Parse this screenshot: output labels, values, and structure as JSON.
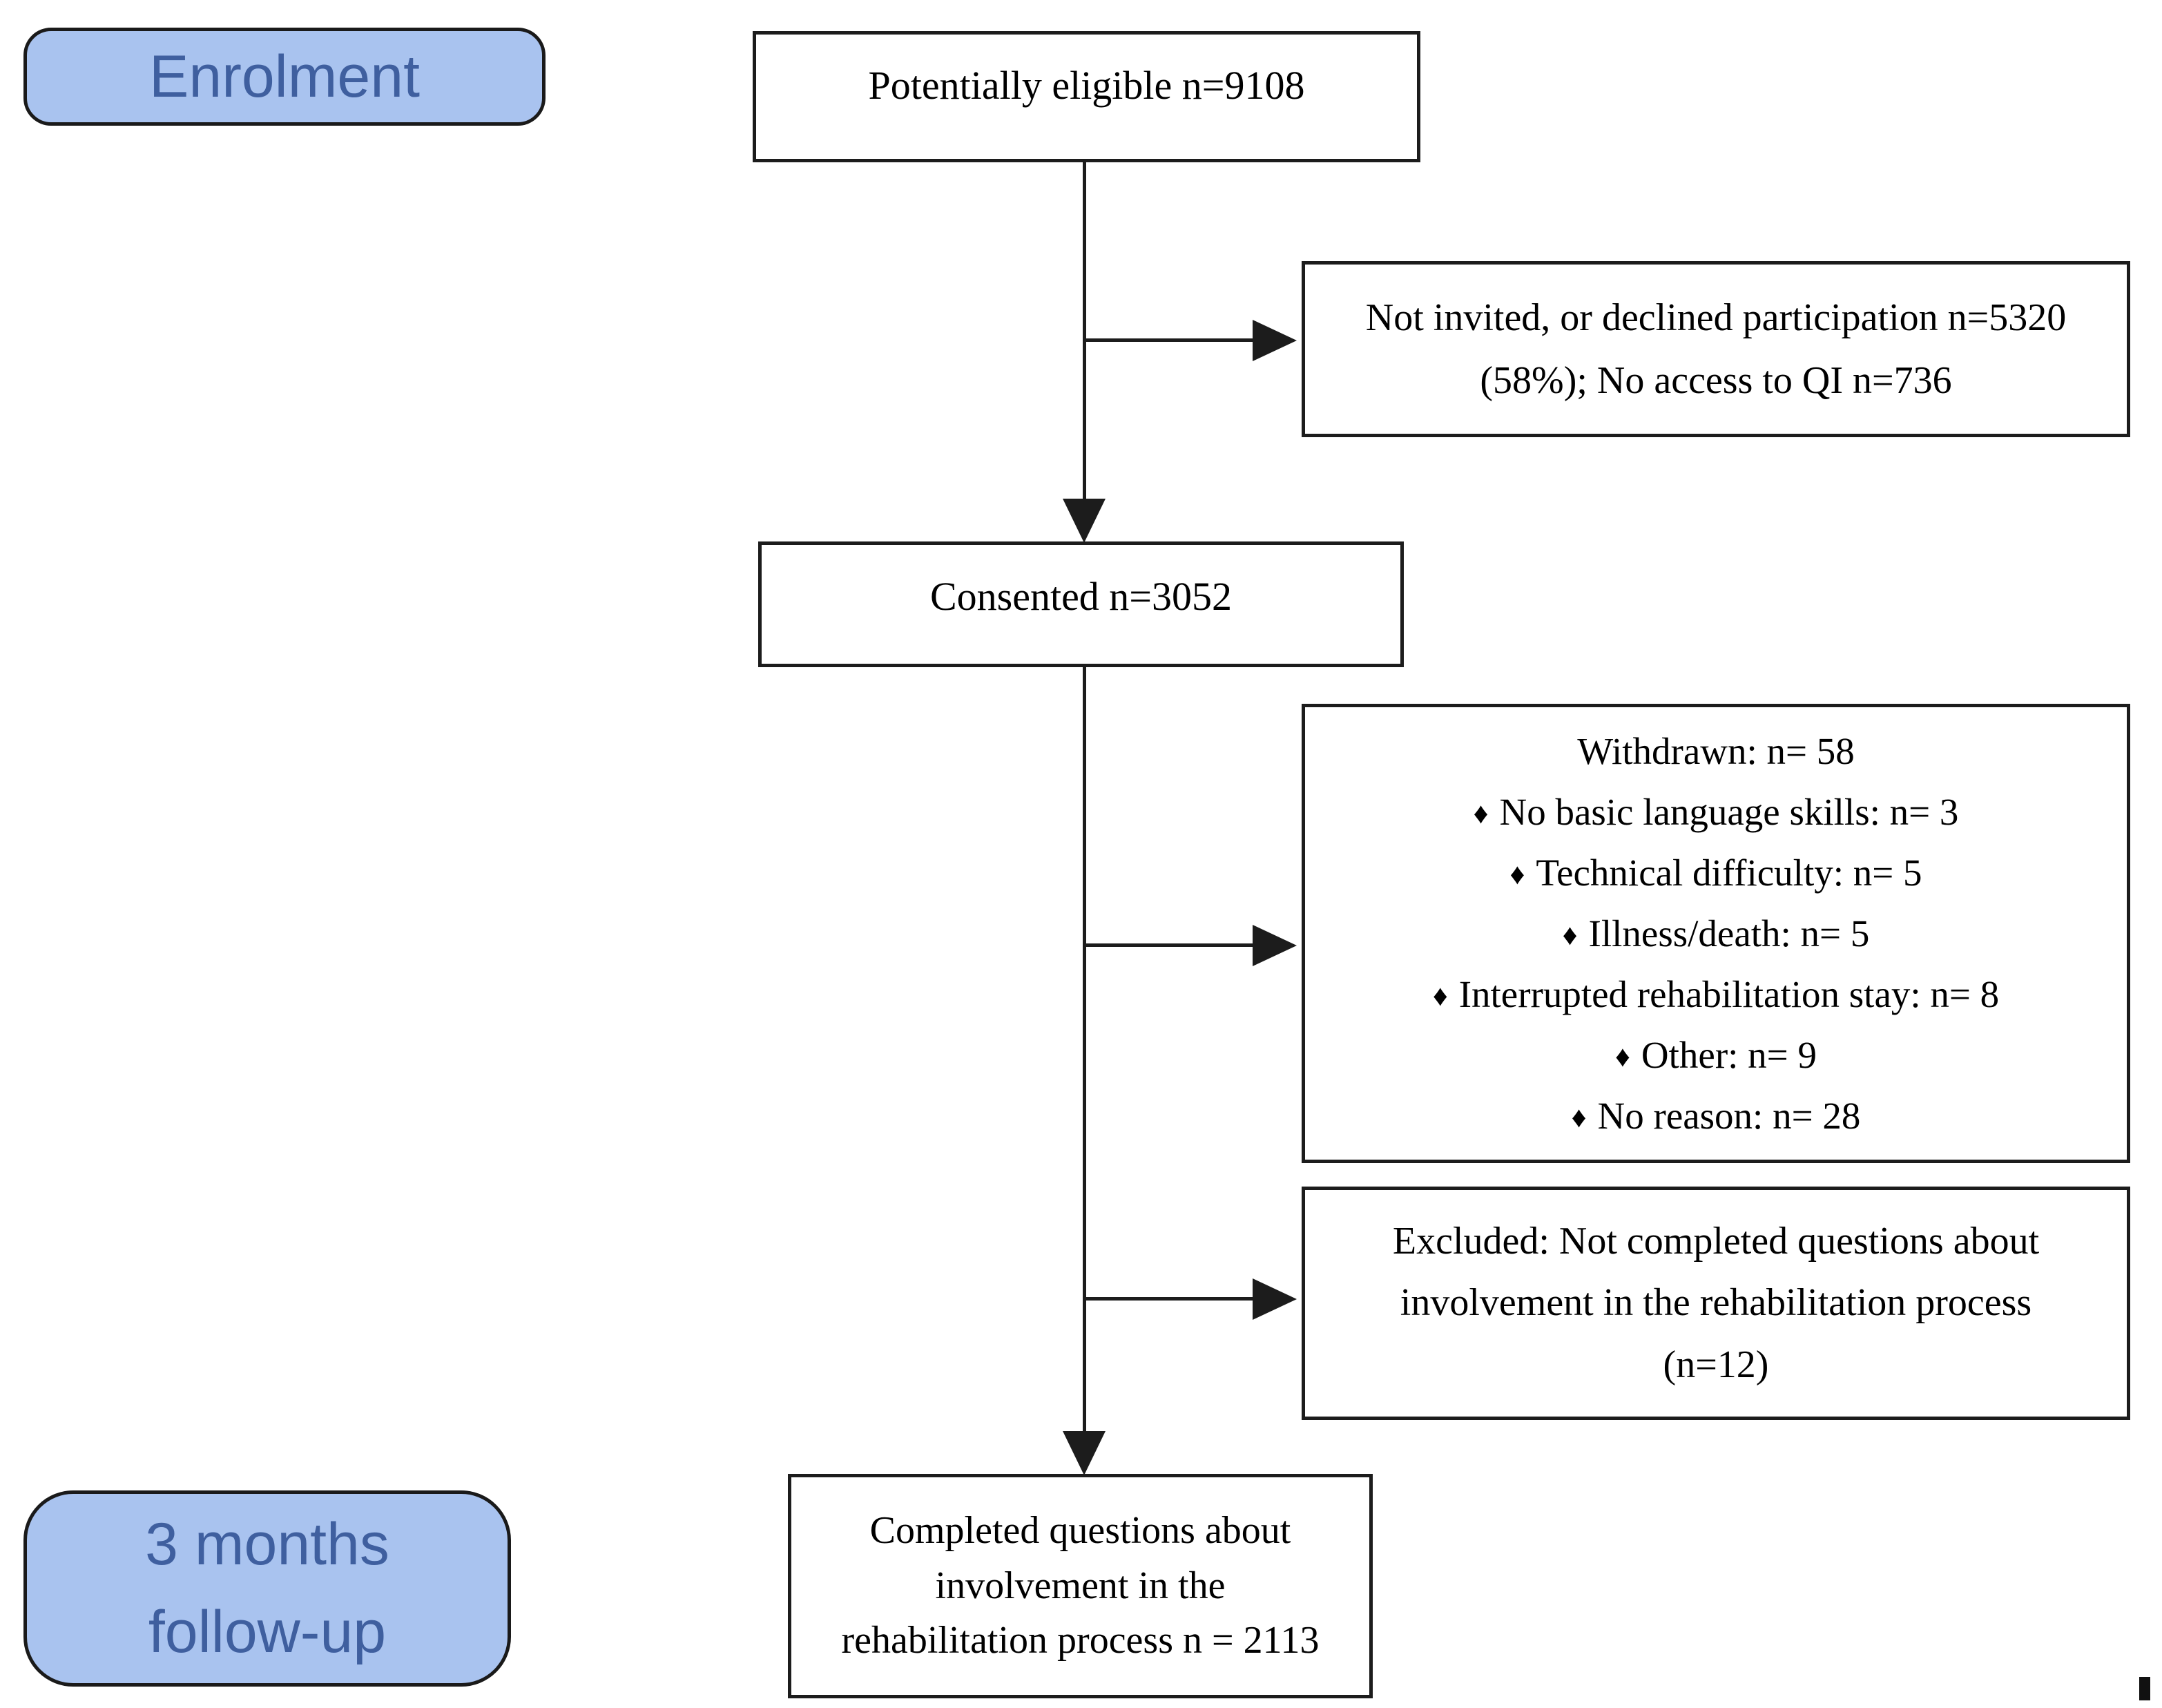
{
  "colors": {
    "label_fill": "#a9c3ef",
    "label_border": "#1a1a1a",
    "label_text": "#3f5f9f",
    "box_border": "#1c1c1c",
    "box_text": "#000000",
    "arrow_color": "#1c1c1c"
  },
  "stage_labels": {
    "enrolment": {
      "text": "Enrolment"
    },
    "followup": {
      "lines": [
        "3 months",
        "follow-up"
      ]
    }
  },
  "boxes": {
    "eligible": {
      "lines": [
        "Potentially eligible n=9108"
      ]
    },
    "not_invited": {
      "lines": [
        "Not invited, or declined participation n=5320",
        "(58%); No access to QI n=736"
      ]
    },
    "consented": {
      "lines": [
        "Consented n=3052"
      ]
    },
    "withdrawn": {
      "title": "Withdrawn: n= 58",
      "bullet_char": "♦",
      "items": [
        "No basic language skills: n= 3",
        "Technical difficulty: n= 5",
        "Illness/death: n= 5",
        "Interrupted rehabilitation stay: n= 8",
        "Other: n= 9",
        "No reason: n= 28"
      ]
    },
    "excluded": {
      "lines": [
        "Excluded: Not completed questions about",
        "involvement in the rehabilitation process",
        "(n=12)"
      ]
    },
    "completed": {
      "lines": [
        "Completed questions about",
        "involvement in the",
        "rehabilitation process n = 2113"
      ]
    }
  }
}
